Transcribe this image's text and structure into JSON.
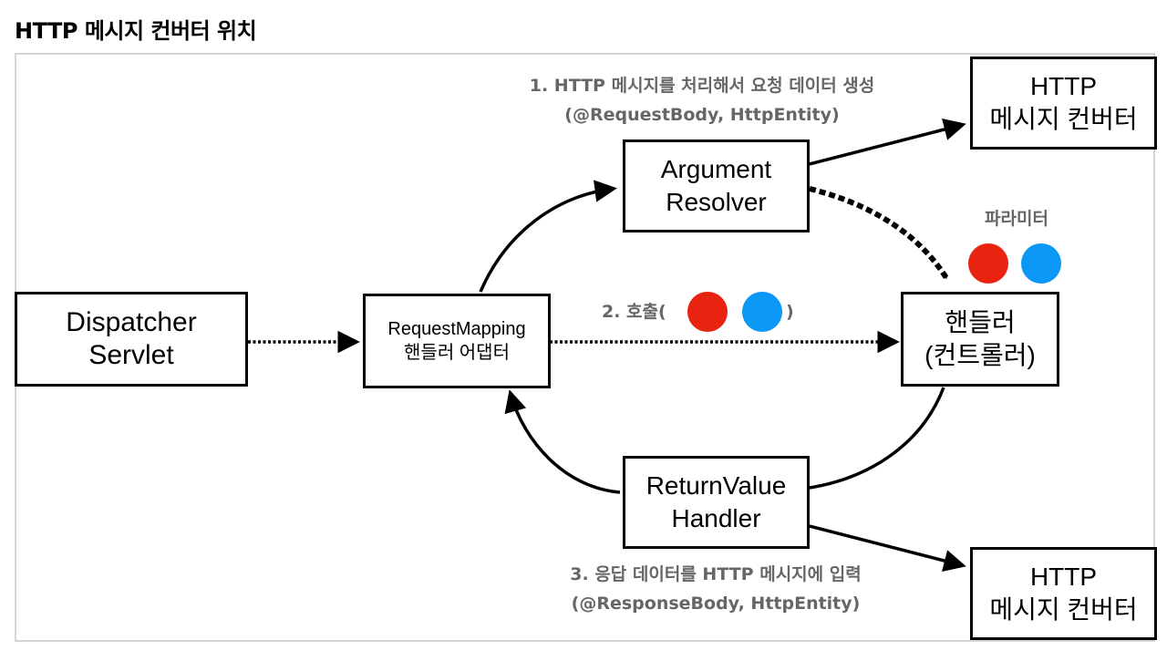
{
  "title": "HTTP 메시지 컨버터 위치",
  "nodes": {
    "dispatcher": [
      "Dispatcher",
      "Servlet"
    ],
    "adapter": [
      "RequestMapping",
      "핸들러 어댑터"
    ],
    "argument_resolver": [
      "Argument",
      "Resolver"
    ],
    "handler": [
      "핸들러",
      "(컨트롤러)"
    ],
    "return_value_handler": [
      "ReturnValue",
      "Handler"
    ],
    "converter_top": [
      "HTTP",
      "메시지 컨버터"
    ],
    "converter_bottom": [
      "HTTP",
      "메시지 컨버터"
    ]
  },
  "notes": {
    "step1": [
      "1. HTTP 메시지를 처리해서 요청 데이터 생성",
      "(@RequestBody, HttpEntity)"
    ],
    "step2_prefix": "2. 호출(",
    "step2_suffix": ")",
    "params_label": "파라미터",
    "step3": [
      "3. 응답 데이터를 HTTP 메시지에 입력",
      "(@ResponseBody, HttpEntity)"
    ]
  },
  "colors": {
    "param_red": "#e8230f",
    "param_blue": "#0a97f5",
    "note_text": "#666666"
  }
}
